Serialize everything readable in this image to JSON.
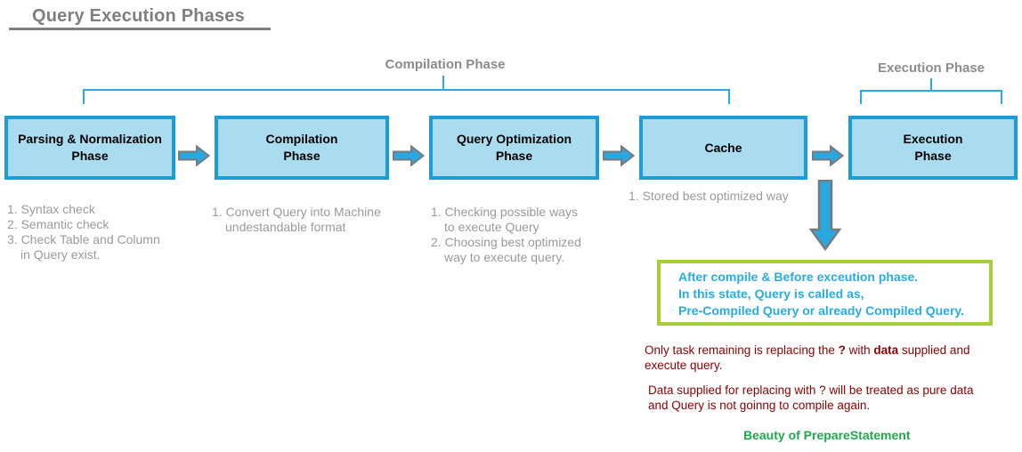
{
  "title": "Query Execution Phases",
  "groups": {
    "compilation_label": "Compilation Phase",
    "execution_label": "Execution Phase"
  },
  "boxes": [
    {
      "label": "Parsing & Normalization\nPhase"
    },
    {
      "label": "Compilation\nPhase"
    },
    {
      "label": "Query Optimization\nPhase"
    },
    {
      "label": "Cache"
    },
    {
      "label": "Execution\nPhase"
    }
  ],
  "notes": {
    "parsing": [
      "1. Syntax check",
      "2. Semantic check",
      "3. Check Table and Column",
      "in Query exist."
    ],
    "compilation": [
      "1. Convert Query into Machine",
      "undestandable format"
    ],
    "optimization": [
      "1. Checking possible ways",
      "to execute Query",
      "2. Choosing best optimized",
      "way to execute query."
    ],
    "cache": [
      "1. Stored best optimized way"
    ]
  },
  "callout": {
    "lines": [
      "After compile & Before exceution phase.",
      "In this state, Query is called as,",
      "Pre-Compiled Query or already Compiled Query."
    ]
  },
  "remarks": {
    "para1": {
      "seg1": "Only task remaining is replacing the ",
      "seg2": "?",
      "seg3": " with ",
      "seg4": "data",
      "seg5": " supplied and\nexecute query."
    },
    "para2": "Data supplied for replacing with ? will be treated as pure data\nand Query is not goinng to compile again.",
    "footer": "Beauty of PrepareStatement"
  },
  "colors": {
    "box_fill": "#a9dcee",
    "box_border": "#1c9cd9",
    "bracket_line": "#29abe2",
    "arrow_fill": "#2aa7df",
    "arrow_outline": "#7a7a7a",
    "gray_text": "#9a9a9a",
    "gray_heading": "#8c8c8c",
    "title_gray": "#7f7f7f",
    "callout_border_green": "#a6ce39",
    "callout_text_cyan": "#29abe2",
    "remark_dark_red": "#8b0000",
    "footer_green": "#21a84d"
  }
}
